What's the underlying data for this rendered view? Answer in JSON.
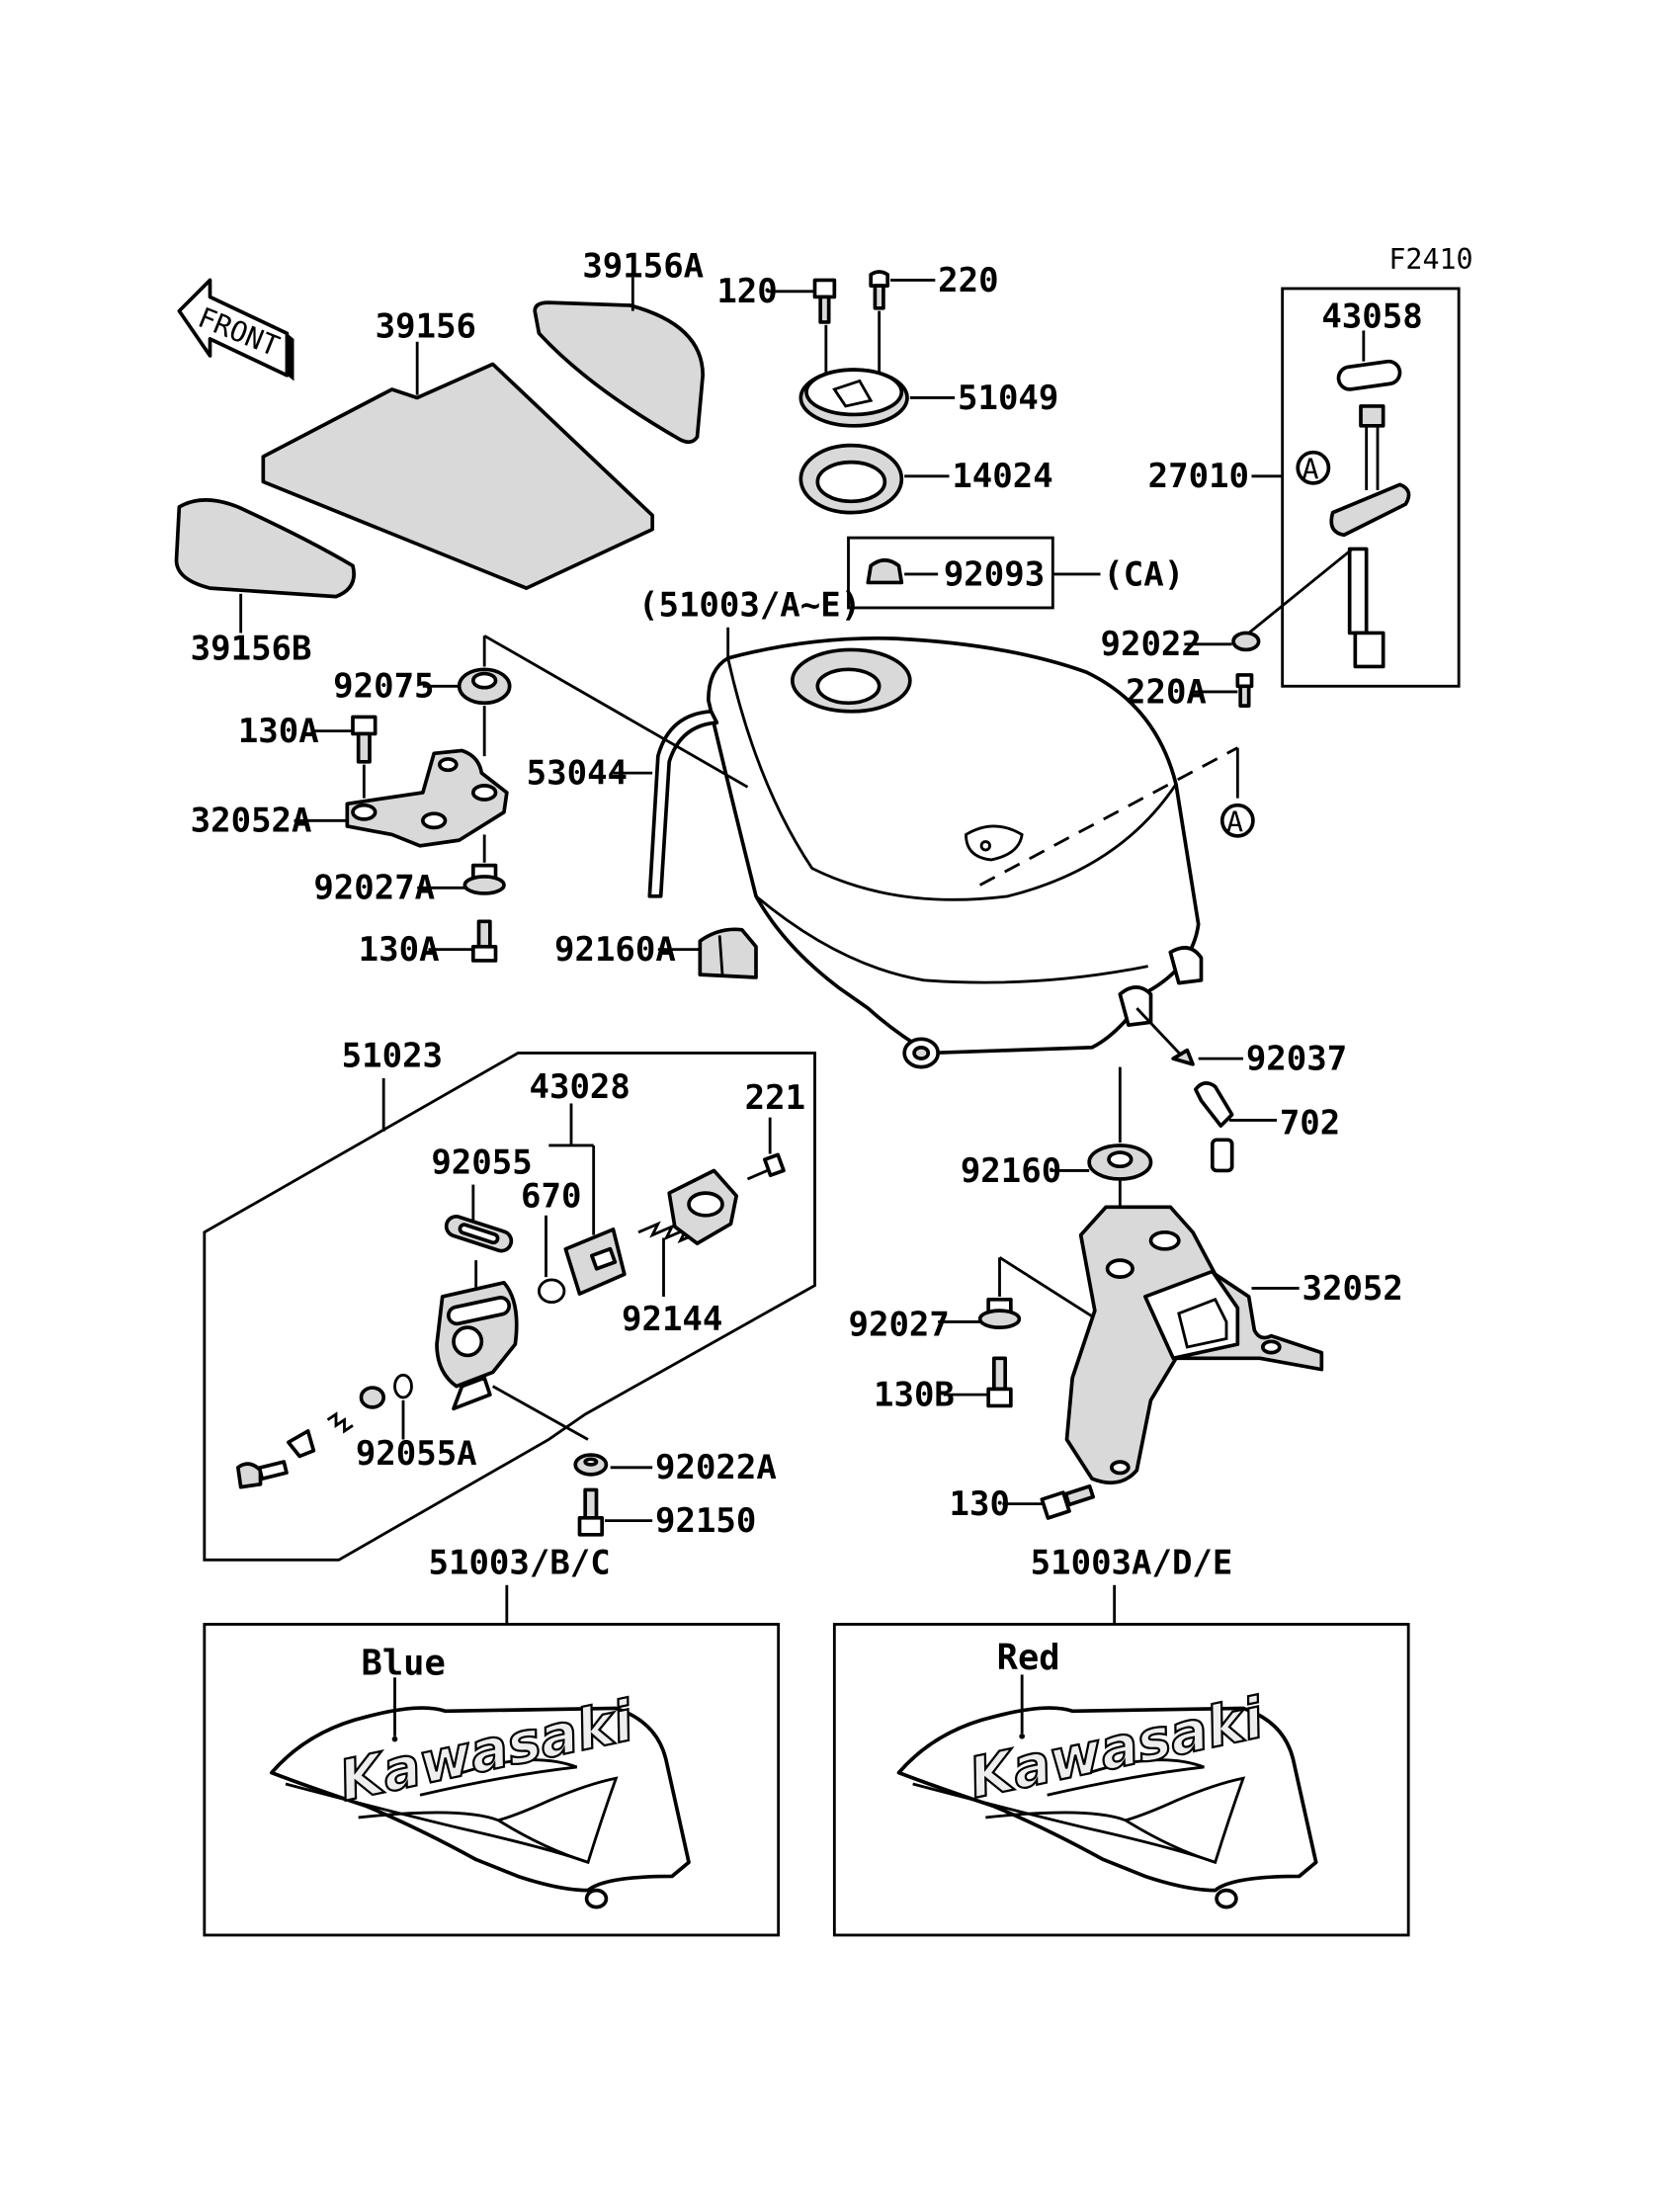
{
  "figure_code": "F2410",
  "front_label": "FRONT",
  "callout_letter": "A",
  "parts": {
    "p39156A": "39156A",
    "p39156": "39156",
    "p39156B": "39156B",
    "p120": "120",
    "p220": "220",
    "p51049": "51049",
    "p14024": "14024",
    "p92093": "92093",
    "pCA": "(CA)",
    "p51003AE": "(51003/A~E)",
    "p43058": "43058",
    "p27010": "27010",
    "p92022": "92022",
    "p220A": "220A",
    "p92075": "92075",
    "p130A_top": "130A",
    "p53044": "53044",
    "p32052A": "32052A",
    "p92027A": "92027A",
    "p130A_bottom": "130A",
    "p92160A": "92160A",
    "p92037": "92037",
    "p702": "702",
    "p51023": "51023",
    "p43028": "43028",
    "p221": "221",
    "p92055": "92055",
    "p670": "670",
    "p92144": "92144",
    "p92055A": "92055A",
    "p92022A": "92022A",
    "p92150": "92150",
    "p92160": "92160",
    "p32052": "32052",
    "p92027": "92027",
    "p130B": "130B",
    "p130": "130",
    "p51003BC": "51003/B/C",
    "p51003ADE": "51003A/D/E"
  },
  "decals": {
    "left_color": "Blue",
    "right_color": "Red",
    "brand": "Kawasaki"
  }
}
